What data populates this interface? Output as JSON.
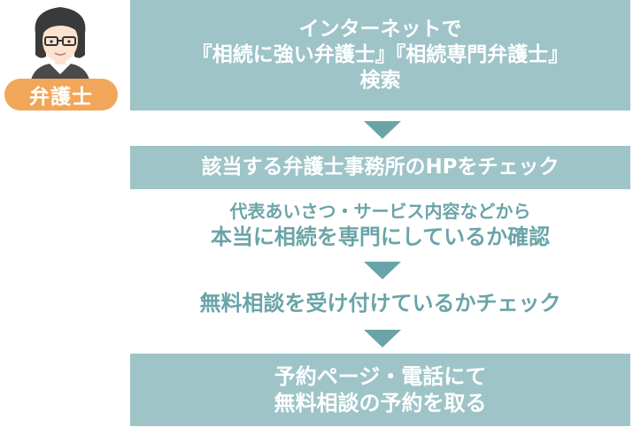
{
  "lawyer": {
    "badge": "弁護士",
    "icon": "lawyer-avatar-icon"
  },
  "colors": {
    "box_fill": "#9ec4c8",
    "box_text": "#ffffff",
    "step_text": "#6aa4a8",
    "arrow": "#6aa4a8",
    "badge": "#f2a65a"
  },
  "flow": {
    "step1": [
      "インターネットで",
      "『相続に強い弁護士』『相続専門弁護士』",
      "検索"
    ],
    "step2": "該当する弁護士事務所のHPをチェック",
    "step3": [
      "代表あいさつ・サービス内容などから",
      "本当に相続を専門にしているか確認"
    ],
    "step4": "無料相談を受け付けているかチェック",
    "step5": [
      "予約ページ・電話にて",
      "無料相談の予約を取る"
    ]
  }
}
